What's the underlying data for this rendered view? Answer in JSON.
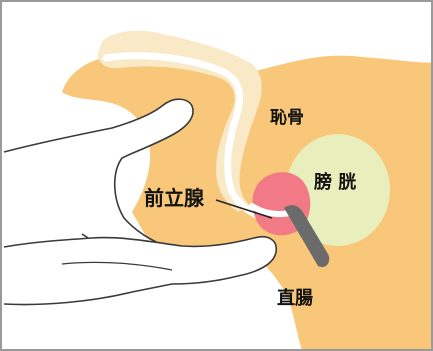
{
  "labels": {
    "pubic_bone": "恥骨",
    "bladder": "膀 胱",
    "prostate": "前立腺",
    "rectum": "直腸"
  },
  "colors": {
    "tissue": "#f8c77a",
    "penis": "#fae9c6",
    "urethra": "#ffffff",
    "bladder": "#e9efbc",
    "prostate": "#f27a86",
    "instrument": "#6b6b6b",
    "outline": "#3a3a3a"
  }
}
